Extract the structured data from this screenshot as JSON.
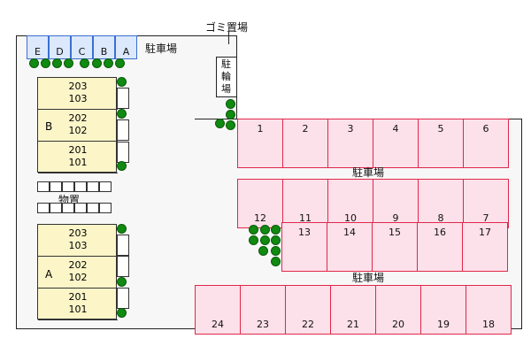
{
  "labels": {
    "garbage": "ゴミ置場",
    "bicycle": "駐\n輪\n場",
    "storage": "物置",
    "parking_top_left": "駐車場",
    "parking_mid": "駐車場",
    "parking_bottom": "駐車場"
  },
  "blue_spaces": [
    "E",
    "D",
    "C",
    "B",
    "A"
  ],
  "building_b": {
    "label": "B",
    "units": [
      {
        "upper": "203",
        "lower": "103"
      },
      {
        "upper": "202",
        "lower": "102"
      },
      {
        "upper": "201",
        "lower": "101"
      }
    ]
  },
  "building_a": {
    "label": "A",
    "units": [
      {
        "upper": "203",
        "lower": "103"
      },
      {
        "upper": "202",
        "lower": "102"
      },
      {
        "upper": "201",
        "lower": "101"
      }
    ]
  },
  "parking": {
    "row1": [
      "1",
      "2",
      "3",
      "4",
      "5",
      "6"
    ],
    "row2": [
      "12",
      "11",
      "10",
      "9",
      "8",
      "7"
    ],
    "row3": [
      "13",
      "14",
      "15",
      "16",
      "17"
    ],
    "row4": [
      "24",
      "23",
      "22",
      "21",
      "20",
      "19",
      "18"
    ]
  },
  "colors": {
    "parking_fill": "#fce0ea",
    "parking_border": "#e0284a",
    "building_fill": "#fbf5c8",
    "tree": "#108a10",
    "blue_space": "#dce8fb"
  }
}
